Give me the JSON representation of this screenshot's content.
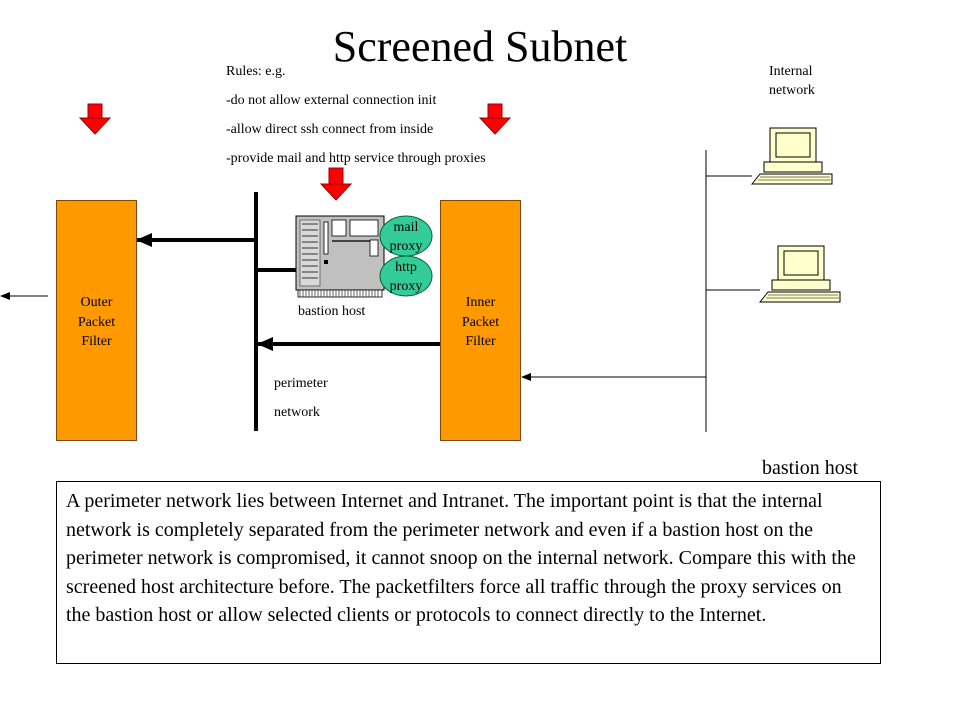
{
  "title": "Screened Subnet",
  "rules": {
    "heading": "Rules: e.g.",
    "items": [
      "-do not allow external connection init",
      "-allow direct ssh connect from inside",
      "-provide mail and http service through proxies"
    ]
  },
  "internal_network_label": [
    "Internal",
    "network"
  ],
  "outer_filter_label": [
    "Outer",
    "Packet",
    "Filter"
  ],
  "inner_filter_label": [
    "Inner",
    "Packet",
    "Filter"
  ],
  "bastion_host_label": "bastion host",
  "mail_proxy_label": [
    "mail",
    "proxy"
  ],
  "http_proxy_label": [
    "http",
    "proxy"
  ],
  "perimeter_network_label": [
    "perimeter",
    "network"
  ],
  "caption": "bastion host",
  "description": "A perimeter network lies between Internet and Intranet. The important point is that the internal network is completely separated from the perimeter network and even if a bastion host on the perimeter network is compromised, it cannot snoop on the internal network. Compare this with the screened host architecture before. The packetfilters force all traffic through the proxy services on the bastion host or allow selected clients or protocols to connect directly to the Internet.",
  "colors": {
    "filter": "#ff9900",
    "proxy": "#33cc99",
    "indicator_arrow": "#ff0000",
    "host": "#c0c0c0",
    "workstation": "#ffffcc"
  }
}
